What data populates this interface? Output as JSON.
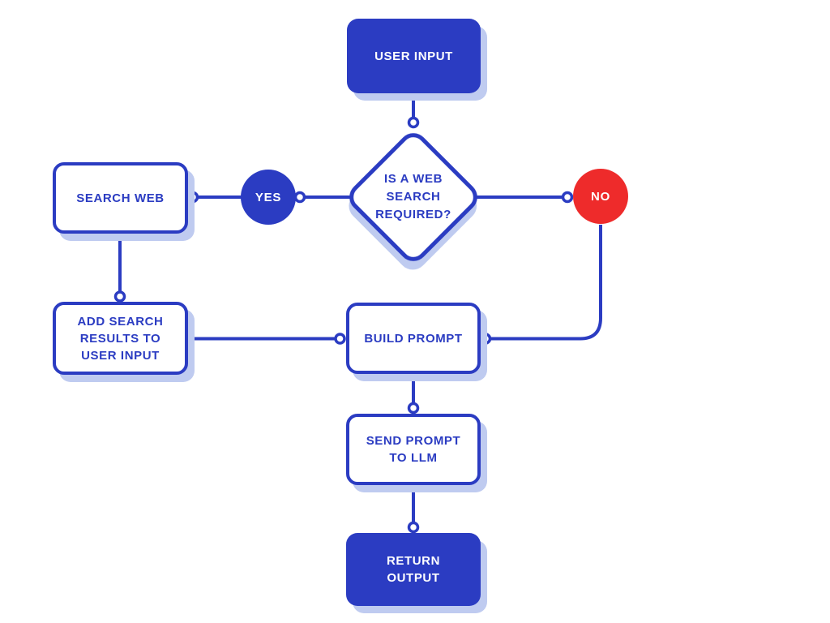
{
  "palette": {
    "blue": "#2b3cc2",
    "red": "#ee2b2b",
    "shadow": "#bfcbf0",
    "canvas": "#ffffff"
  },
  "flowchart": {
    "nodes": {
      "user_input": {
        "label": "USER INPUT",
        "shape": "rounded-rect",
        "style": "filled-blue"
      },
      "decision": {
        "label": "IS A WEB SEARCH REQUIRED?",
        "shape": "diamond",
        "style": "outlined"
      },
      "yes_badge": {
        "label": "YES",
        "shape": "circle",
        "style": "filled-blue"
      },
      "no_badge": {
        "label": "NO",
        "shape": "circle",
        "style": "filled-red"
      },
      "search_web": {
        "label": "SEARCH WEB",
        "shape": "rounded-rect",
        "style": "outlined"
      },
      "add_search_results": {
        "label": "ADD SEARCH RESULTS TO USER INPUT",
        "shape": "rounded-rect",
        "style": "outlined"
      },
      "build_prompt": {
        "label": "BUILD PROMPT",
        "shape": "rounded-rect",
        "style": "outlined"
      },
      "send_prompt": {
        "label": "SEND PROMPT TO LLM",
        "shape": "rounded-rect",
        "style": "outlined"
      },
      "return_output": {
        "label": "RETURN OUTPUT",
        "shape": "rounded-rect",
        "style": "filled-blue"
      }
    },
    "edges": [
      {
        "from": "user_input",
        "to": "decision"
      },
      {
        "from": "decision",
        "to": "search_web",
        "via": "yes_badge"
      },
      {
        "from": "decision",
        "to": "build_prompt",
        "via": "no_badge"
      },
      {
        "from": "search_web",
        "to": "add_search_results"
      },
      {
        "from": "add_search_results",
        "to": "build_prompt"
      },
      {
        "from": "build_prompt",
        "to": "send_prompt"
      },
      {
        "from": "send_prompt",
        "to": "return_output"
      }
    ]
  }
}
